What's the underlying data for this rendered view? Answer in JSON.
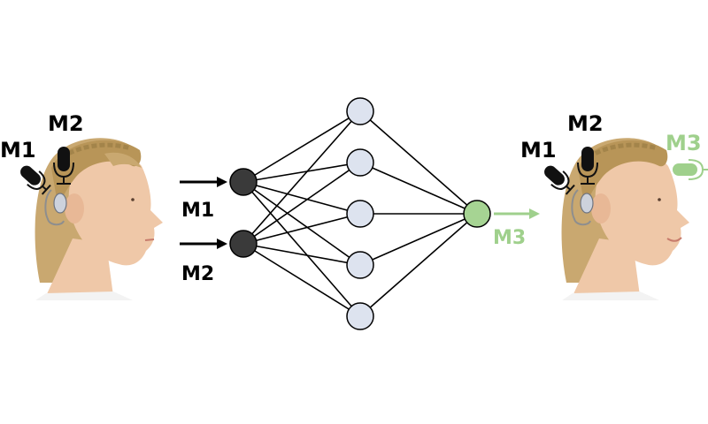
{
  "left_person": {
    "labels": {
      "mic1": "M1",
      "mic2": "M2"
    }
  },
  "network": {
    "inputs": {
      "label1": "M1",
      "label2": "M2"
    },
    "hidden_count": 5,
    "output": {
      "label": "M3"
    }
  },
  "right_person": {
    "labels": {
      "mic1": "M1",
      "mic2": "M2",
      "mic3": "M3"
    }
  },
  "colors": {
    "dark": "#000000",
    "input_node": "#3a3a3a",
    "hidden_node": "#dde3ef",
    "output_node": "#a6d493",
    "accent_green": "#9fd08c",
    "skin": "#efc8a8",
    "hair": "#c9a870"
  },
  "icons": [
    "microphone-icon",
    "hearing-aid-icon",
    "arrow-right-icon"
  ]
}
